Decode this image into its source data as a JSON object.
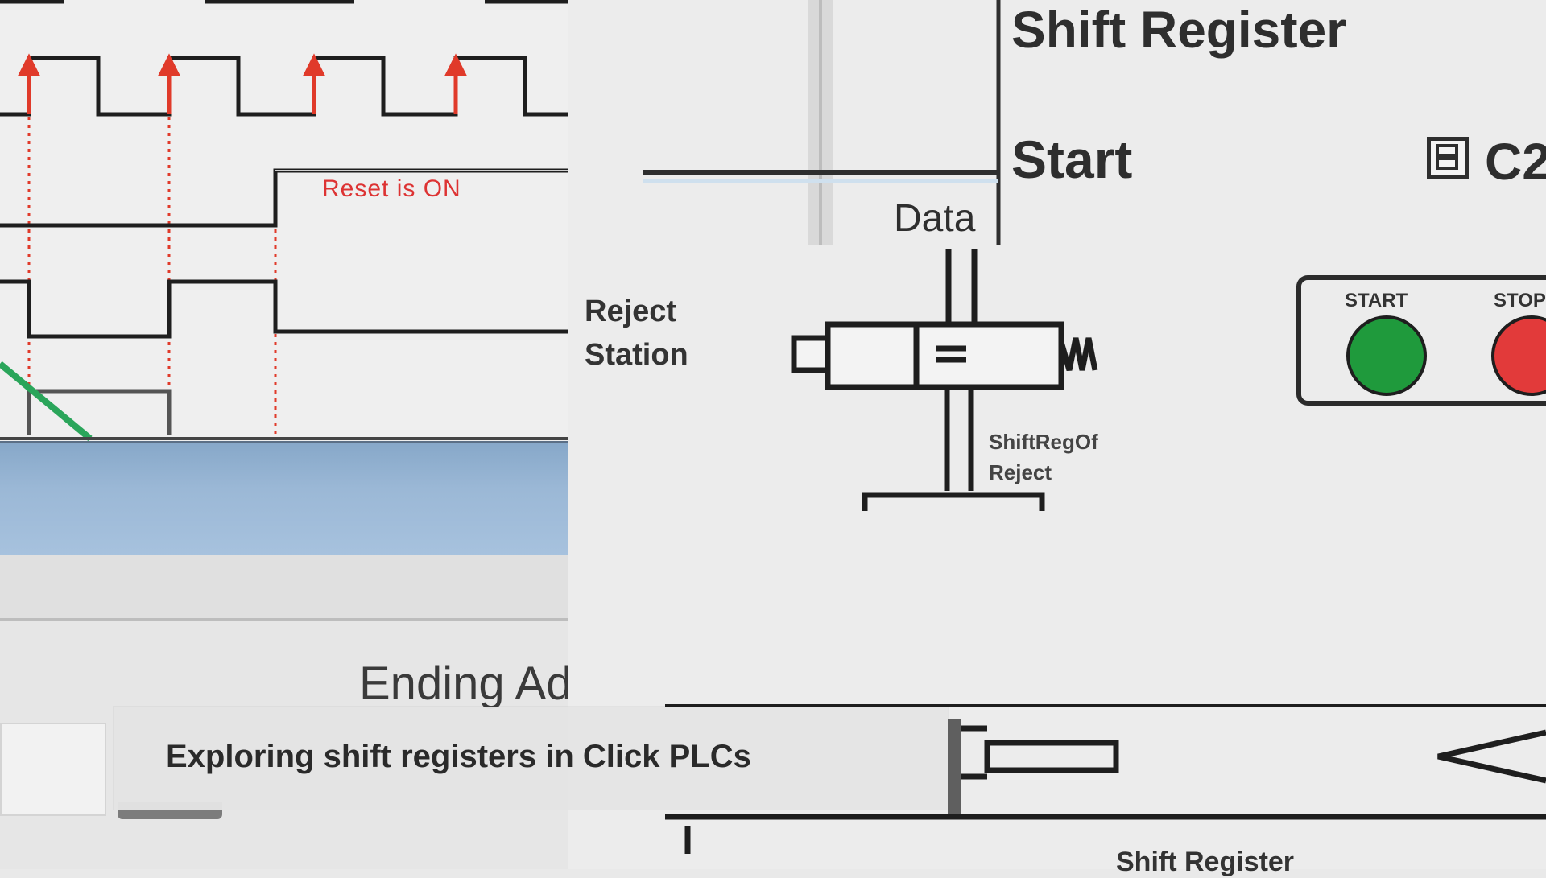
{
  "timing_diagram": {
    "reset_label": "Reset is ON"
  },
  "instruction": {
    "title": "Shift Register",
    "start_label": "Start",
    "data_label": "Data",
    "address_label": "C2",
    "address_icon": "address-picker-icon"
  },
  "reject_station": {
    "label_line1": "Reject",
    "label_line2": "Station",
    "sensor_line1": "ShiftRegOf",
    "sensor_line2": "Reject"
  },
  "control_panel": {
    "start_label": "START",
    "stop_label": "STOP",
    "start_color": "#1f9a3c",
    "stop_color": "#e23a3a"
  },
  "lower_left": {
    "ending_label": "Ending Ad"
  },
  "conveyor": {
    "bottom_label": "Shift Register"
  },
  "caption": {
    "text": "Exploring shift registers in Click PLCs"
  },
  "colors": {
    "clock_pulse_arrow": "#e03a2a",
    "data_trace": "#2aa55a"
  }
}
